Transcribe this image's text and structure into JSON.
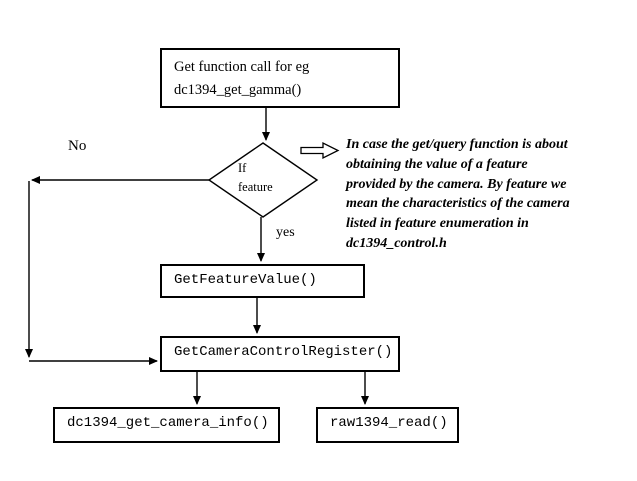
{
  "flowchart": {
    "colors": {
      "background": "#ffffff",
      "stroke": "#000000",
      "text": "#000000"
    },
    "nodes": {
      "start": {
        "lines": [
          "Get function call for eg",
          "dc1394_get_gamma()"
        ]
      },
      "decision": {
        "lines": [
          "If",
          "feature"
        ]
      },
      "get_feature_value": {
        "label": "GetFeatureValue()"
      },
      "get_camera_control_register": {
        "label": "GetCameraControlRegister()"
      },
      "dc1394_get_camera_info": {
        "label": "dc1394_get_camera_info()"
      },
      "raw1394_read": {
        "label": "raw1394_read()"
      }
    },
    "edge_labels": {
      "no": "No",
      "yes": "yes"
    },
    "edges": [
      {
        "from": "start",
        "to": "decision"
      },
      {
        "from": "decision",
        "to": "get_feature_value",
        "label": "yes"
      },
      {
        "from": "decision",
        "to": "get_camera_control_register",
        "label": "No"
      },
      {
        "from": "get_feature_value",
        "to": "get_camera_control_register"
      },
      {
        "from": "get_camera_control_register",
        "to": "dc1394_get_camera_info"
      },
      {
        "from": "get_camera_control_register",
        "to": "raw1394_read"
      }
    ],
    "annotation": {
      "icon": "hollow-right-block-arrow",
      "lines": [
        "In case the get/query function is about",
        "obtaining the value of a feature",
        "provided by the camera. By feature we",
        "mean the characteristics of the camera",
        "listed in feature enumeration in",
        "dc1394_control.h"
      ]
    }
  }
}
